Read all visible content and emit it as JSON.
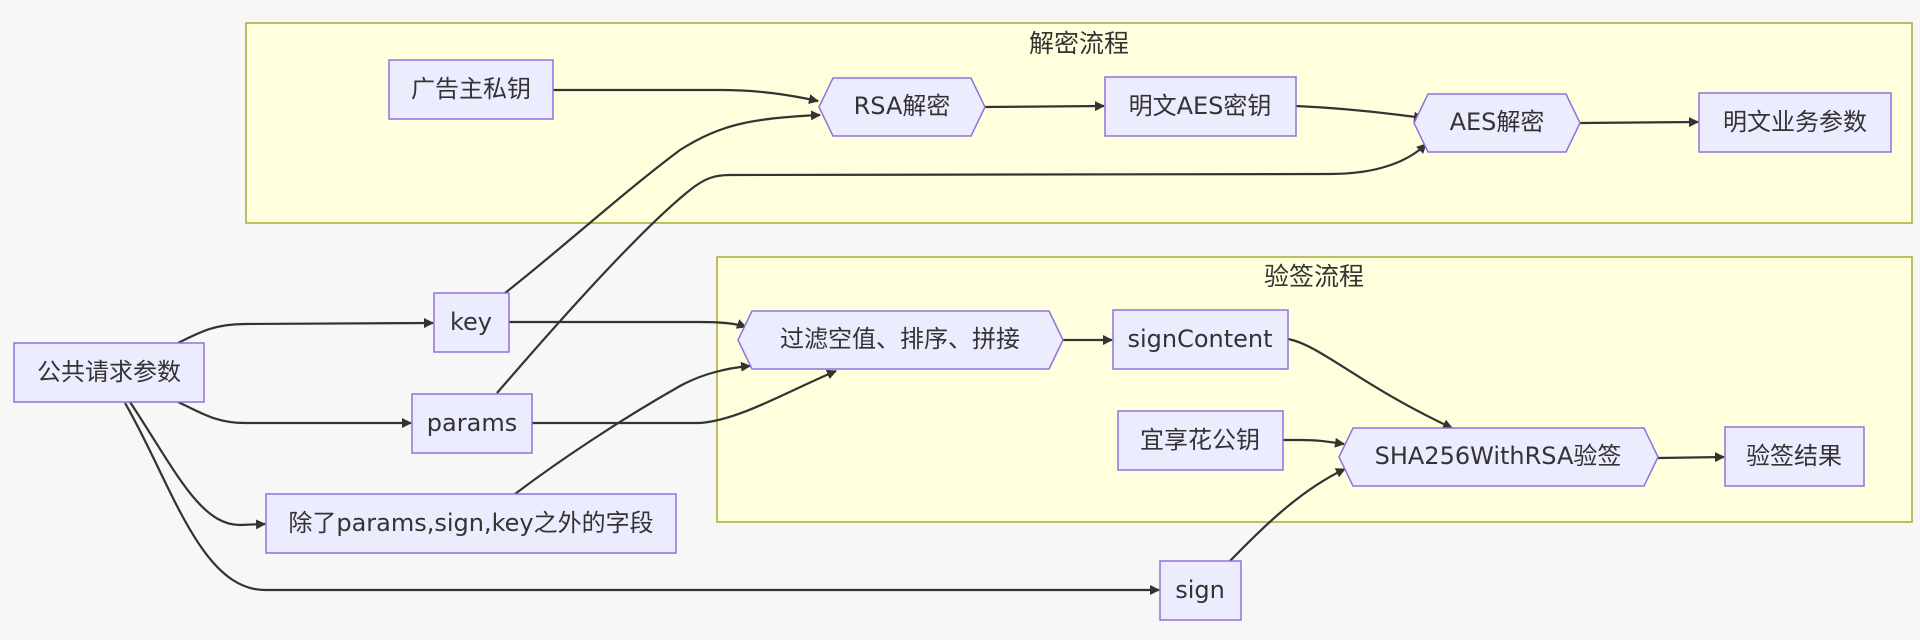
{
  "diagram": {
    "clusters": {
      "decrypt": {
        "label": "解密流程"
      },
      "verify": {
        "label": "验签流程"
      }
    },
    "nodes": {
      "public_params": "公共请求参数",
      "key": "key",
      "params": "params",
      "other_fields": "除了params,sign,key之外的字段",
      "sign": "sign",
      "adv_private_key": "广告主私钥",
      "rsa_decrypt": "RSA解密",
      "plain_aes_key": "明文AES密钥",
      "aes_decrypt": "AES解密",
      "plain_business_params": "明文业务参数",
      "filter_sort_join": "过滤空值、排序、拼接",
      "sign_content": "signContent",
      "yxh_public_key": "宜享花公钥",
      "sha256_verify": "SHA256WithRSA验签",
      "verify_result": "验签结果"
    },
    "edges": [
      [
        "public_params",
        "key"
      ],
      [
        "public_params",
        "params"
      ],
      [
        "public_params",
        "other_fields"
      ],
      [
        "public_params",
        "sign"
      ],
      [
        "adv_private_key",
        "rsa_decrypt"
      ],
      [
        "key",
        "rsa_decrypt"
      ],
      [
        "rsa_decrypt",
        "plain_aes_key"
      ],
      [
        "plain_aes_key",
        "aes_decrypt"
      ],
      [
        "params",
        "aes_decrypt"
      ],
      [
        "aes_decrypt",
        "plain_business_params"
      ],
      [
        "key",
        "filter_sort_join"
      ],
      [
        "params",
        "filter_sort_join"
      ],
      [
        "other_fields",
        "filter_sort_join"
      ],
      [
        "filter_sort_join",
        "sign_content"
      ],
      [
        "sign_content",
        "sha256_verify"
      ],
      [
        "yxh_public_key",
        "sha256_verify"
      ],
      [
        "sign",
        "sha256_verify"
      ],
      [
        "sha256_verify",
        "verify_result"
      ]
    ]
  }
}
